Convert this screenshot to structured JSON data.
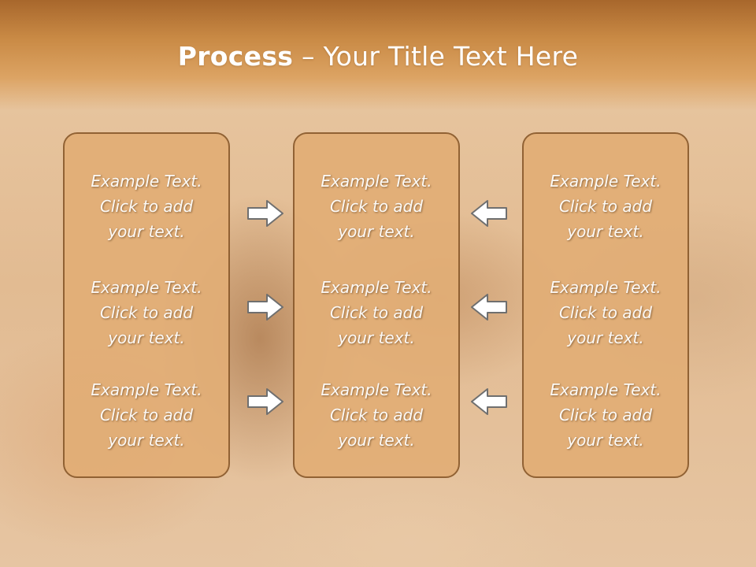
{
  "slide": {
    "title_bold": "Process",
    "title_rest": " – Your Title Text Here"
  },
  "columns": [
    {
      "blocks": [
        {
          "line1": "Example Text.",
          "line2": "Click  to add",
          "line3": "your text."
        },
        {
          "line1": "Example Text.",
          "line2": "Click  to add",
          "line3": "your text."
        },
        {
          "line1": "Example Text.",
          "line2": "Click  to add",
          "line3": "your text."
        }
      ]
    },
    {
      "blocks": [
        {
          "line1": "Example Text.",
          "line2": "Click  to add",
          "line3": "your text."
        },
        {
          "line1": "Example Text.",
          "line2": "Click  to add",
          "line3": "your text."
        },
        {
          "line1": "Example Text.",
          "line2": "Click  to add",
          "line3": "your text."
        }
      ]
    },
    {
      "blocks": [
        {
          "line1": "Example Text.",
          "line2": "Click  to add",
          "line3": "your text."
        },
        {
          "line1": "Example Text.",
          "line2": "Click  to add",
          "line3": "your text."
        },
        {
          "line1": "Example Text.",
          "line2": "Click  to add",
          "line3": "your text."
        }
      ]
    }
  ],
  "arrows": {
    "left_icon": "arrow-right-icon",
    "right_icon": "arrow-left-icon"
  },
  "colors": {
    "header": "#c98a45",
    "box_fill": "#e2ae76",
    "box_border": "#8a5a2c",
    "arrow_fill": "#ffffff",
    "arrow_stroke": "#6f6f6f"
  }
}
